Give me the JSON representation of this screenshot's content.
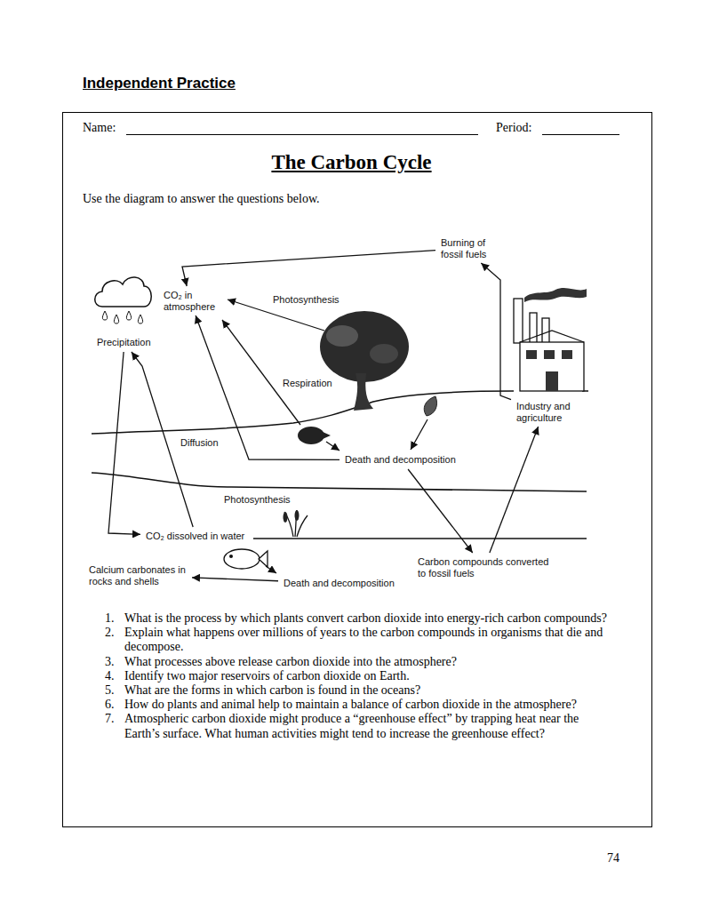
{
  "diagram": {
    "title": "The Carbon Cycle",
    "nodes": [
      {
        "text": [
          "CO₂ in atmosphere"
        ]
      },
      {
        "text": [
          "Burning of fossil fuels"
        ]
      },
      {
        "text": [
          "Precipitation"
        ]
      },
      {
        "text": [
          "Photosynthesis"
        ]
      },
      {
        "text": [
          "Respiration"
        ]
      },
      {
        "text": [
          "Industry and agriculture"
        ]
      },
      {
        "text": [
          "Diffusion"
        ]
      },
      {
        "text": [
          "Death and decomposition"
        ]
      },
      {
        "text": [
          "Photosynthesis"
        ]
      },
      {
        "text": [
          "CO₂ dissolved in water"
        ]
      },
      {
        "text": [
          "Calcium carbonates in rocks and shells"
        ]
      },
      {
        "text": [
          "Death and decomposition"
        ]
      },
      {
        "text": [
          "Carbon compounds converted to fossil fuels"
        ]
      }
    ],
    "edges": [
      {
        "from": 1,
        "to": 0,
        "arrow": "to"
      },
      {
        "from": 5,
        "to": 1,
        "arrow": "to"
      },
      {
        "from": 7,
        "to": 0,
        "arrow": "to"
      },
      {
        "from": 7,
        "to": 12,
        "arrow": "to"
      },
      {
        "from": 12,
        "to": 5,
        "arrow": "to"
      },
      {
        "from": 2,
        "to": 9,
        "arrow": "to"
      },
      {
        "from": 9,
        "to": 2,
        "arrow": "to"
      },
      {
        "from": 11,
        "to": 10,
        "arrow": "to"
      }
    ],
    "labels": [
      "Independent Practice",
      "Name:",
      "Period:",
      "Use the diagram to answer the questions below.",
      "1.",
      "What is the process by which plants convert carbon dioxide into energy-rich carbon compounds?",
      "2.",
      "Explain what happens over millions of years to the carbon compounds in organisms that die and decompose.",
      "3.",
      "What processes above release carbon dioxide into the atmosphere?",
      "4.",
      "Identify two major reservoirs of carbon dioxide on Earth.",
      "5.",
      "What are the forms in which carbon is found in the oceans?",
      "6.",
      "How do plants and animal help to maintain a balance of carbon dioxide in the atmosphere?",
      "7.",
      "Atmospheric carbon dioxide might produce a “greenhouse effect” by trapping heat near the Earth’s surface. What human activities might tend to increase the greenhouse effect?",
      "74"
    ]
  }
}
